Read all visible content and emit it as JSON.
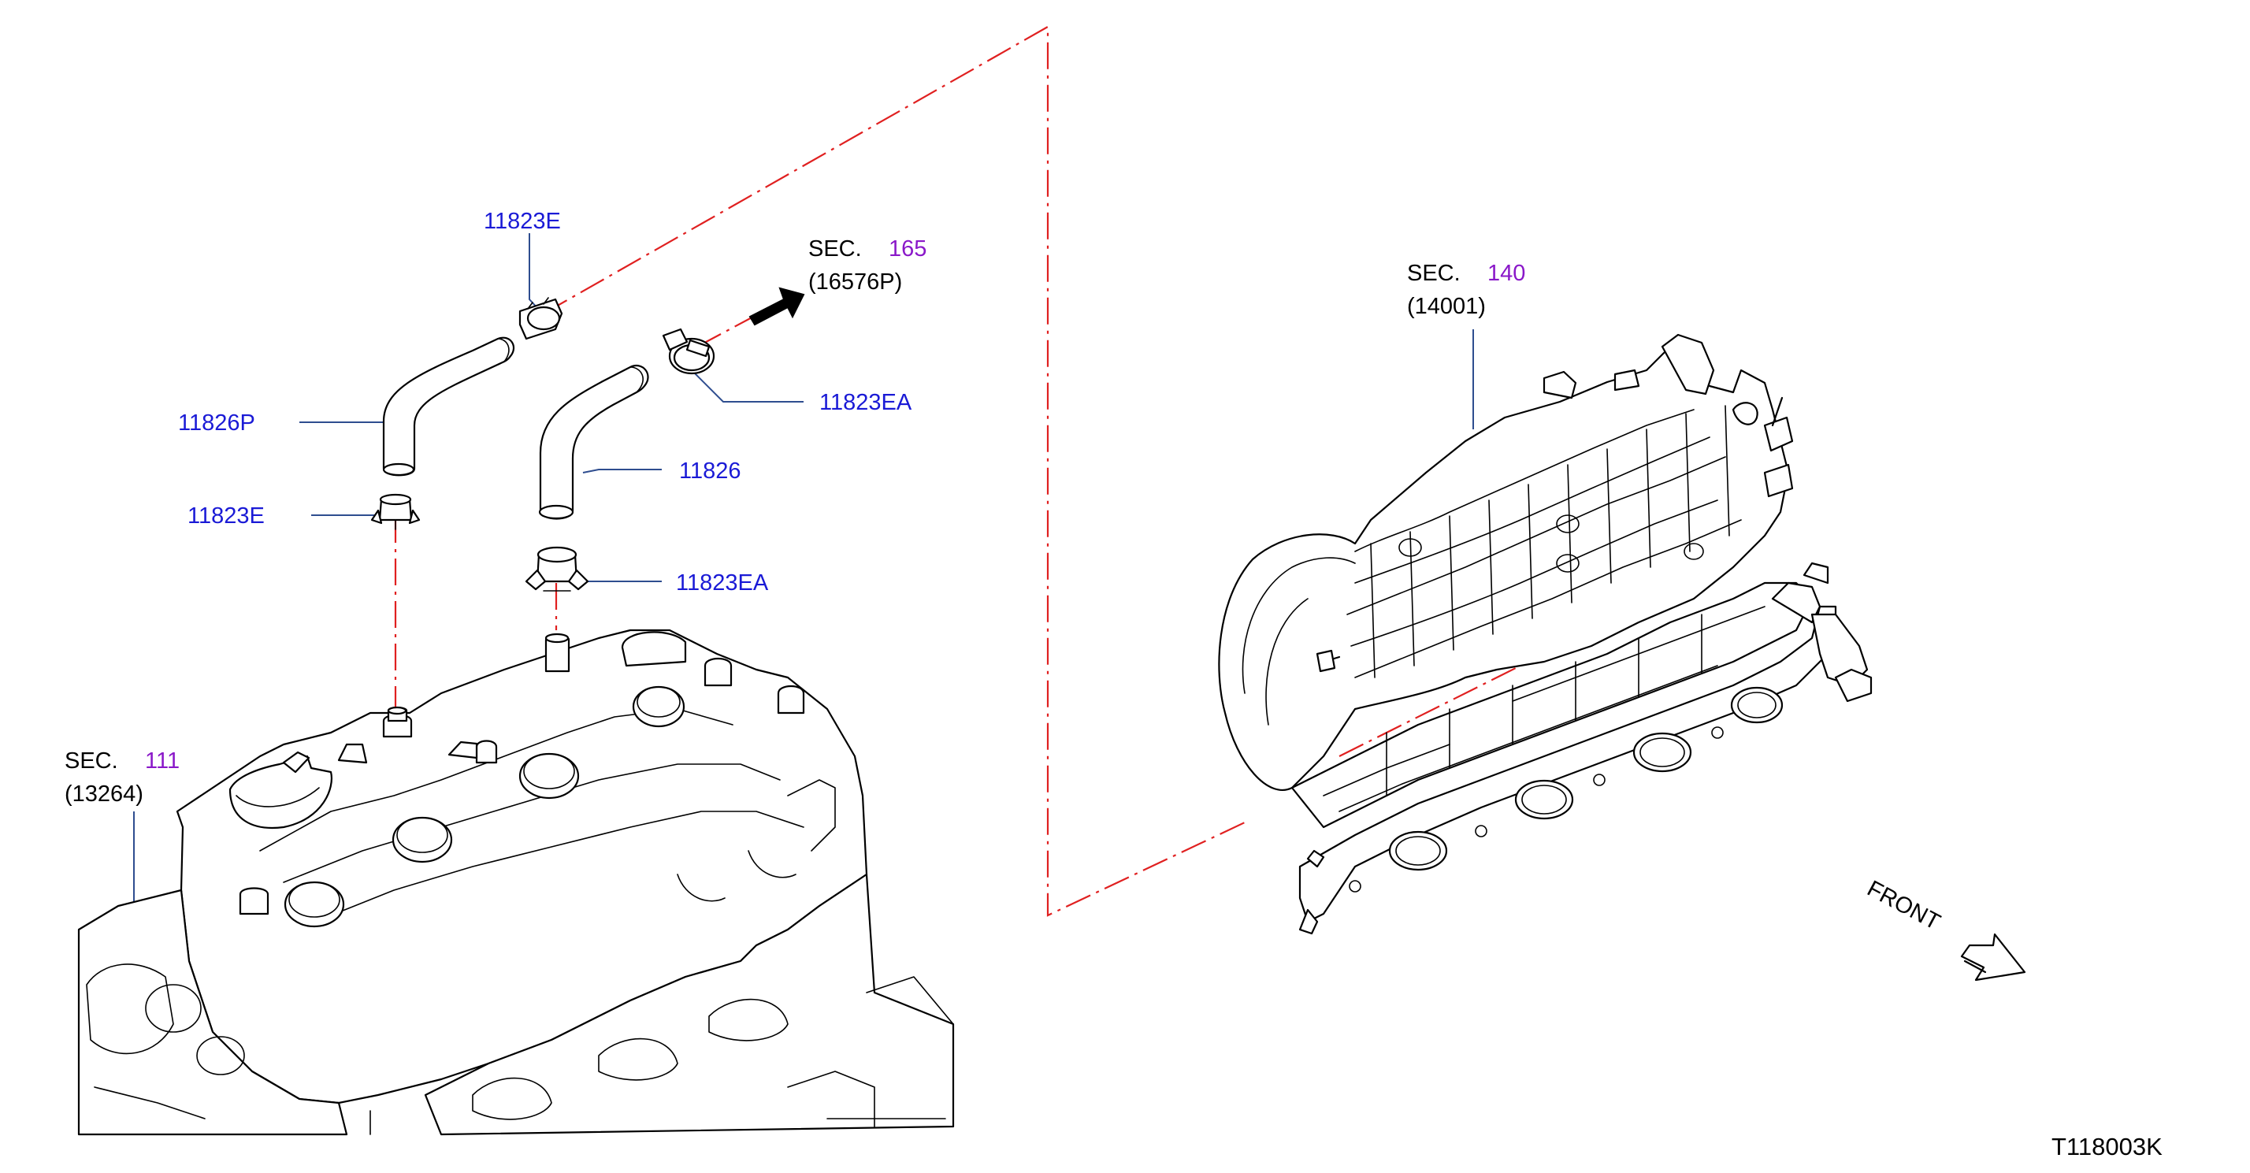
{
  "colors": {
    "part_number": "#1a1ad6",
    "section_number": "#8a18c9",
    "leader": "#2e4d8f",
    "centerline": "#e02020",
    "ink": "#000000"
  },
  "parts": [
    {
      "id": "11823e_top",
      "number": "11823E"
    },
    {
      "id": "11826p",
      "number": "11826P"
    },
    {
      "id": "11823e_low",
      "number": "11823E"
    },
    {
      "id": "11823ea_top",
      "number": "11823EA"
    },
    {
      "id": "11826",
      "number": "11826"
    },
    {
      "id": "11823ea_low",
      "number": "11823EA"
    }
  ],
  "sections": {
    "sec165": {
      "prefix": "SEC.",
      "number": "165",
      "ref": "(16576P)"
    },
    "sec140": {
      "prefix": "SEC.",
      "number": "140",
      "ref": "(14001)"
    },
    "sec111": {
      "prefix": "SEC.",
      "number": "111",
      "ref": "(13264)"
    }
  },
  "direction": {
    "label": "FRONT",
    "icon": "front-arrow-icon"
  },
  "diagram_code": "T118003K"
}
